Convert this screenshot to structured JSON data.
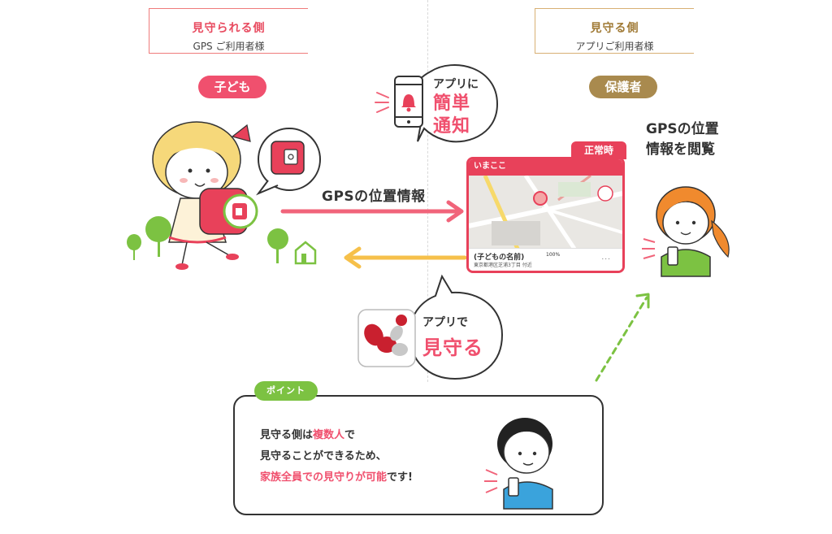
{
  "left_side": {
    "title": "見守られる側",
    "subtitle": "GPS ご利用者様",
    "badge": "子ども"
  },
  "right_side": {
    "title": "見守る側",
    "subtitle": "アプリご利用者様",
    "badge": "保護者"
  },
  "notify_bubble": {
    "line1": "アプリに",
    "line2": "簡単",
    "line3": "通知"
  },
  "watch_bubble": {
    "line1": "アプリで",
    "line2": "見守る"
  },
  "gps_arrow_label": "GPSの位置情報",
  "browse_label": {
    "line1": "GPSの位置",
    "line2": "情報を閲覧"
  },
  "app_screen": {
    "status_tab": "正常時",
    "app_name": "いまここ",
    "child_name": "(子どもの名前)",
    "address": "東京都港区芝浦3丁目 付近",
    "battery": "100%",
    "more": "..."
  },
  "point": {
    "tag": "ポイント",
    "line1_pre": "見守る側は",
    "line1_hl": "複数人",
    "line1_post": "で",
    "line2": "見守ることができるため、",
    "line3_hl": "家族全員での見守りが可能",
    "line3_post": "です!"
  },
  "colors": {
    "accent_pink": "#f0506e",
    "accent_red": "#e8415a",
    "gold": "#a98a4e",
    "arrow_pink": "#f1647a",
    "arrow_yellow": "#f6c04a",
    "green": "#7cc242"
  }
}
